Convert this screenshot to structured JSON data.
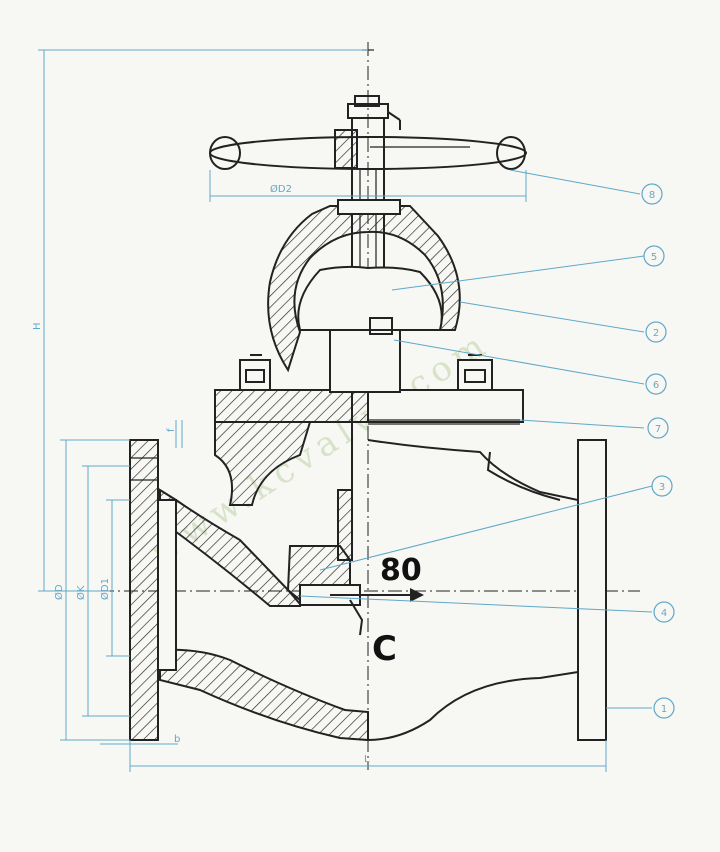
{
  "marking": {
    "pressure": "80",
    "material": "C"
  },
  "watermark": "www.kcvalve.com",
  "dimensions": {
    "handwheel_dia": "ØD2",
    "height": "H",
    "flange_od": "ØD",
    "bolt_circle": "ØK",
    "raised_face": "ØD1",
    "face_to_face": "L",
    "flange_thk": "b",
    "face_thk": "f"
  },
  "balloons": [
    "8",
    "5",
    "2",
    "6",
    "7",
    "3",
    "4",
    "1"
  ],
  "colors": {
    "line": "#222222",
    "dimension": "#5fa8c8",
    "watermark": "#d7e3c8",
    "background": "#f7f7f4"
  }
}
